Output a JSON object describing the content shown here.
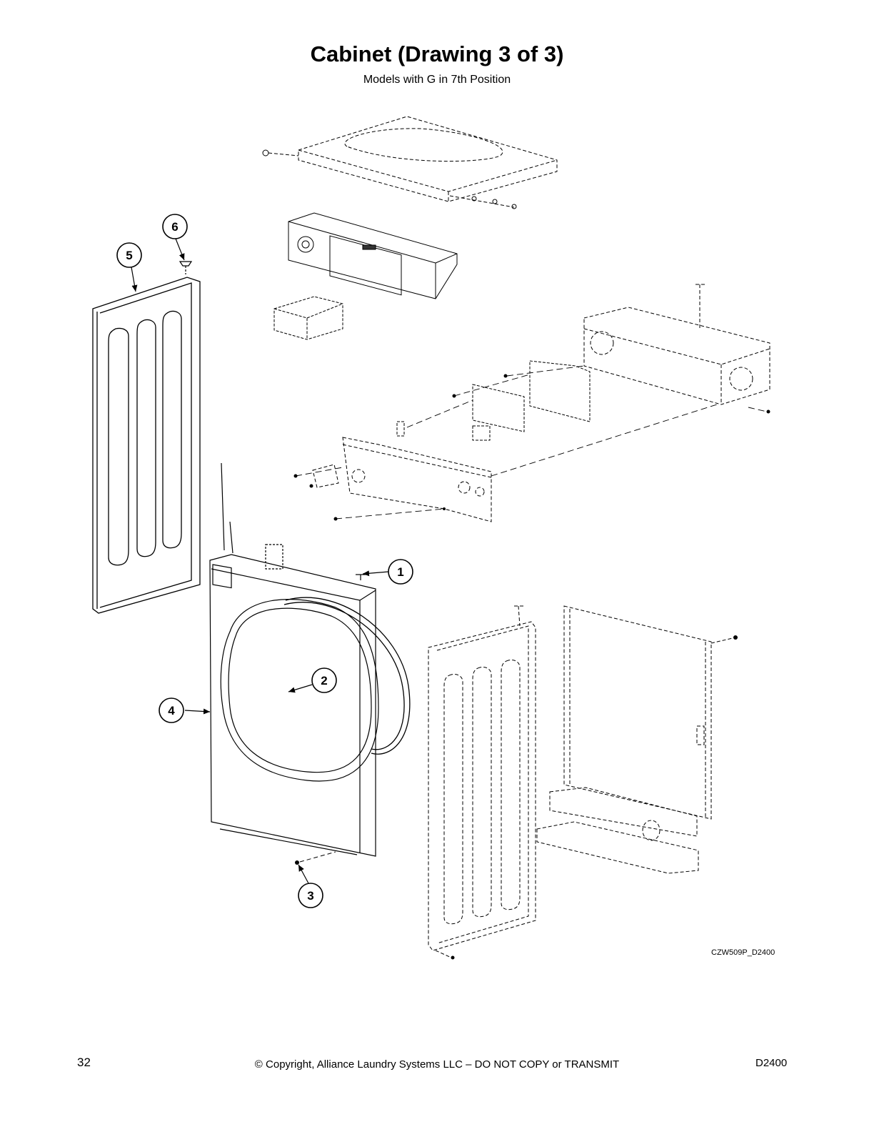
{
  "page": {
    "title": "Cabinet (Drawing 3 of 3)",
    "subtitle": "Models with G in 7th Position",
    "drawing_code": "CZW509P_D2400",
    "page_number": "32",
    "copyright": "© Copyright, Alliance Laundry Systems LLC – DO NOT COPY or TRANSMIT",
    "doc_number": "D2400"
  },
  "callouts": [
    {
      "label": "1"
    },
    {
      "label": "2"
    },
    {
      "label": "3"
    },
    {
      "label": "4"
    },
    {
      "label": "5"
    },
    {
      "label": "6"
    }
  ]
}
